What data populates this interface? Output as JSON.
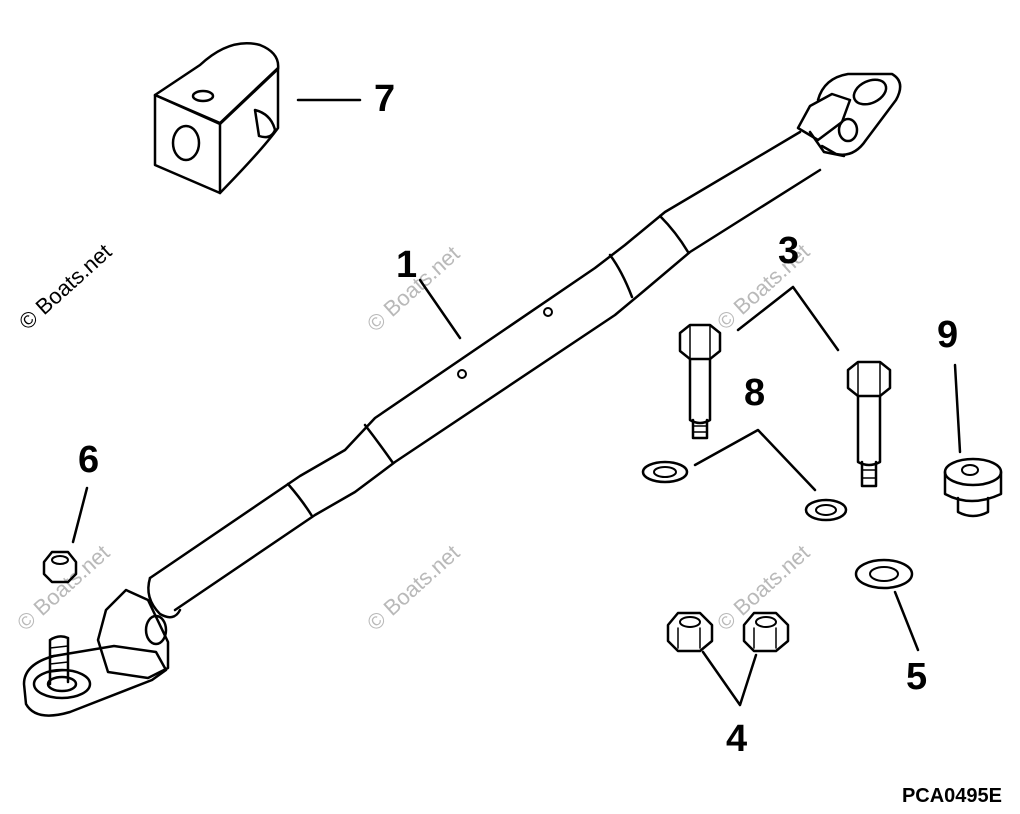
{
  "callouts": [
    {
      "id": "1",
      "label": "1"
    },
    {
      "id": "3",
      "label": "3"
    },
    {
      "id": "4",
      "label": "4"
    },
    {
      "id": "5",
      "label": "5"
    },
    {
      "id": "6",
      "label": "6"
    },
    {
      "id": "7",
      "label": "7"
    },
    {
      "id": "8",
      "label": "8"
    },
    {
      "id": "9",
      "label": "9"
    }
  ],
  "diagram_code": "PCA0495E",
  "watermark": "© Boats.net",
  "colors": {
    "ink": "#000000",
    "paper": "#ffffff",
    "watermark": "#b9b9b9"
  },
  "parts": [
    "steering-link-rod",
    "bolts",
    "locknuts",
    "flat-washer",
    "rod-end-locknut",
    "clevis-block",
    "wave-washers",
    "spacer"
  ]
}
